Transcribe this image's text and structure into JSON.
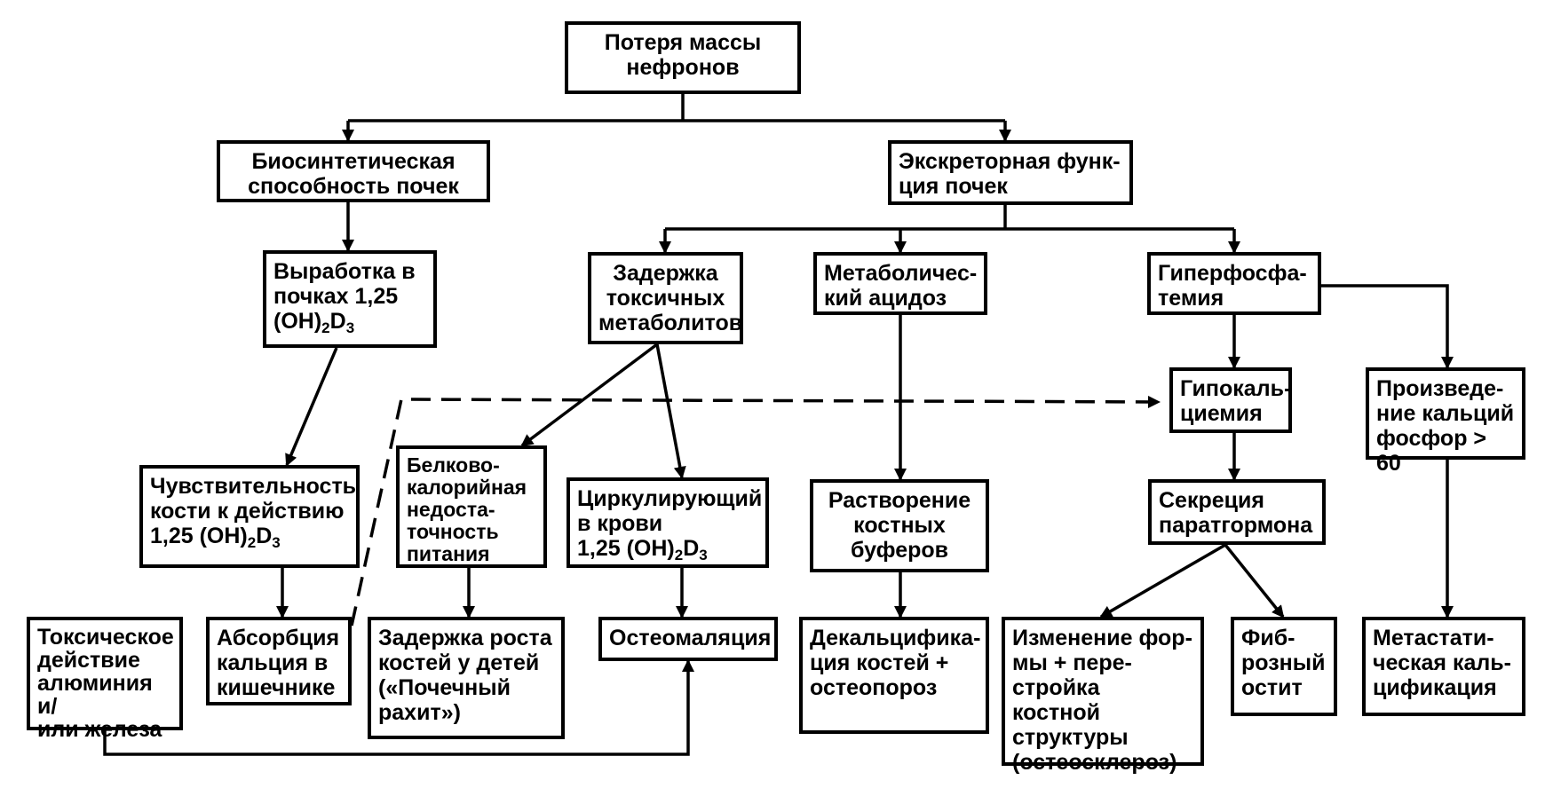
{
  "nodes": {
    "root": "Потеря массы\nнефронов",
    "biosynth": "Биосинтетическая\nспособность почек",
    "excretory": "Экскреторная функ-\nция почек",
    "vitd_pre": "Выработка в\nпочках 1,25\n(OH)",
    "vitd_sub1": "2",
    "vitd_mid": "D",
    "vitd_sub2": "3",
    "toxin_retention": "Задержка\nтоксичных\nметаболитов",
    "acidosis": "Метаболичес-\nкий ацидоз",
    "hyperphosphatemia": "Гиперфосфа-\nтемия",
    "hypocalcemia": "Гипокаль-\nциемия",
    "ca_p_product": "Произведе-\nние кальций\nфосфор > 60",
    "bone_sens_pre": "Чувствительность\nкости к действию\n1,25 (OH)",
    "bone_sens_sub1": "2",
    "bone_sens_mid": "D",
    "bone_sens_sub2": "3",
    "protein_calorie": "Белково-\nкалорийная\nнедоста-\nточность\nпитания",
    "circ_pre": "Циркулирующий\nв крови\n1,25 (OH)",
    "circ_sub1": "2",
    "circ_mid": "D",
    "circ_sub2": "3",
    "buffer_dissolution": "Растворение\nкостных\nбуферов",
    "pth_secretion": "Секреция\nпаратгормона",
    "toxic_al_fe": "Токсическое\nдействие\nалюминия и/\nили железа",
    "ca_absorption": "Абсорбция\nкальция в\nкишечнике",
    "growth_delay": "Задержка роста\nкостей у детей\n(«Почечный\nрахит»)",
    "osteomalacia": "Остеомаляция",
    "decalcification": "Декальцифика-\nция костей +\nостеопороз",
    "osteosclerosis": "Изменение фор-\nмы + пере-\nстройка костной\nструктуры\n(остеосклероз)",
    "fibrous_osteitis": "Фиб-\nрозный\nостит",
    "metastatic_calc": "Метастати-\nческая каль-\nцификация"
  }
}
